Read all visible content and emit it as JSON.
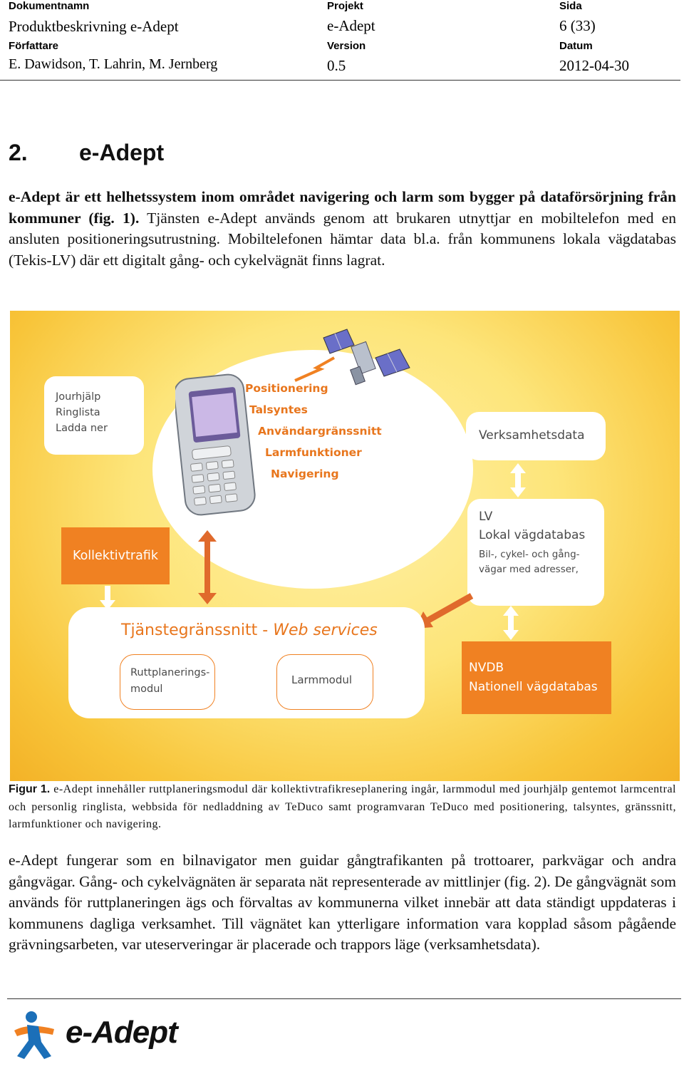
{
  "header": {
    "doc_label": "Dokumentnamn",
    "doc_value": "Produktbeskrivning e-Adept",
    "project_label": "Projekt",
    "project_value": "e-Adept",
    "page_label": "Sida",
    "page_value": "6 (33)",
    "authors_label": "Författare",
    "authors_value": "E. Dawidson, T. Lahrin, M. Jernberg",
    "version_label": "Version",
    "version_value": "0.5",
    "date_label": "Datum",
    "date_value": "2012-04-30"
  },
  "section": {
    "number": "2.",
    "title": "e-Adept"
  },
  "intro": {
    "bold_part": "e-Adept är ett helhetssystem inom området navigering och larm som bygger på dataförsörjning från kommuner (fig. 1).",
    "rest": " Tjänsten e-Adept används genom att brukaren utnyttjar en mobiltelefon med en ansluten positioneringsutrustning. Mobiltelefonen hämtar data bl.a. från kommunens lokala vägdatabas (Tekis-LV) där ett digitalt gång- och cykelvägnät finns lagrat."
  },
  "figure": {
    "phone_features": [
      "Positionering",
      "Talsyntes",
      "Användargränssnitt",
      "Larmfunktioner",
      "Navigering"
    ],
    "left_list": [
      "Jourhjälp",
      "Ringlista",
      "Ladda ner"
    ],
    "verksamhet": "Verksamhetsdata",
    "lv_line1": "LV",
    "lv_line2": "Lokal vägdatabas",
    "lv_line3": "Bil-, cykel- och gång-",
    "lv_line4": "vägar med adresser,",
    "kollektiv": "Kollektivtrafik",
    "webservices_plain": "Tjänstegränssnitt - ",
    "webservices_italic": "Web services",
    "ruttplan_line1": "Ruttplanerings-",
    "ruttplan_line2": "modul",
    "larmmodul": "Larmmodul",
    "nvdb_line1": "NVDB",
    "nvdb_line2": "Nationell vägdatabas",
    "colors": {
      "orange": "#f08122",
      "yellow": "#fde57a",
      "text_orange": "#e8761d",
      "grey_text": "#4a4a4a"
    }
  },
  "caption": {
    "label": "Figur 1.",
    "text": " e-Adept innehåller ruttplaneringsmodul där kollektivtrafikreseplanering ingår, larmmodul med jourhjälp gentemot larmcentral och personlig ringlista, webbsida för nedladdning av TeDuco samt programvaran TeDuco med positionering, talsyntes, gränssnitt, larmfunktioner och navigering."
  },
  "body_para": "e-Adept fungerar som en bilnavigator men guidar gångtrafikanten på trottoarer, parkvägar och andra gångvägar. Gång- och cykelvägnäten är separata nät representerade av mittlinjer (fig. 2). De gångvägnät som används för ruttplaneringen ägs och förvaltas av kommunerna vilket innebär att data ständigt uppdateras i kommunens dagliga verksamhet. Till vägnätet kan ytterligare information vara kopplad såsom pågående grävningsarbeten, var uteserveringar är placerade och trappors läge (verksamhetsdata).",
  "footer": {
    "logo_text": "e-Adept"
  }
}
